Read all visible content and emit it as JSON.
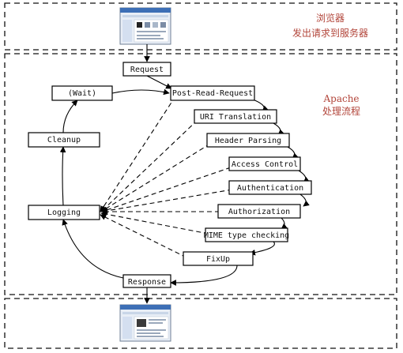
{
  "browser_region": {
    "caption_line1": "浏览器",
    "caption_line2": "发出请求到服务器"
  },
  "apache_region": {
    "caption_line1": "Apache",
    "caption_line2": "处理流程"
  },
  "nodes": {
    "request": "Request",
    "wait": "(Wait)",
    "cleanup": "Cleanup",
    "logging": "Logging",
    "response": "Response",
    "post_read_request": "Post-Read-Request",
    "uri_translation": "URI Translation",
    "header_parsing": "Header Parsing",
    "access_control": "Access Control",
    "authentication": "Authentication",
    "authorization": "Authorization",
    "mime_type_checking": "MIME type checking",
    "fixup": "FixUp"
  },
  "icons": {
    "top": "browser-window-screenshot-icon",
    "bottom": "browser-window-screenshot-icon"
  },
  "colors": {
    "caption": "#b2453a",
    "line": "#000000"
  }
}
